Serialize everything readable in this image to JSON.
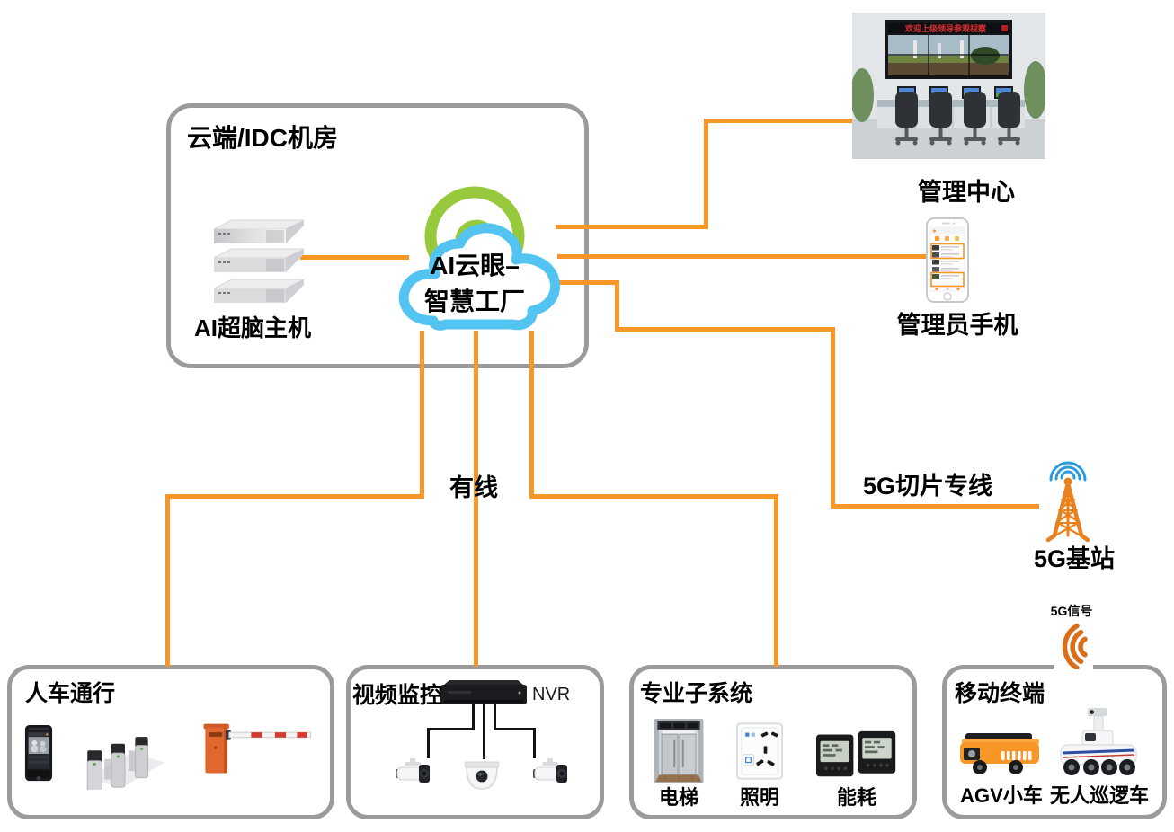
{
  "colors": {
    "accent": "#F89728",
    "box_border": "#9B9B9B",
    "cloud_blue": "#53C3F1",
    "ring_green": "#97C93D",
    "dark_wire": "#141414",
    "banner_red": "#E03131",
    "tower_orange": "#E8821E",
    "signal_orange": "#D96F1A",
    "barrier_orange": "#E2672F"
  },
  "idc": {
    "title": "云端/IDC机房",
    "server_label": "AI超脑主机",
    "cloud_line1": "AI云眼–",
    "cloud_line2": "智慧工厂"
  },
  "management": {
    "label": "管理中心",
    "banner": "欢迎上级领导参观视察"
  },
  "phone": {
    "label": "管理员手机"
  },
  "links": {
    "wired": "有线",
    "slice": "5G切片专线",
    "signal": "5G信号"
  },
  "station": {
    "label": "5G基站"
  },
  "access": {
    "title": "人车通行"
  },
  "video": {
    "title": "视频监控",
    "nvr": "NVR"
  },
  "subsystem": {
    "title": "专业子系统",
    "items": [
      "电梯",
      "照明",
      "能耗"
    ]
  },
  "mobile": {
    "title": "移动终端",
    "items": [
      "AGV小车",
      "无人巡逻车"
    ]
  }
}
